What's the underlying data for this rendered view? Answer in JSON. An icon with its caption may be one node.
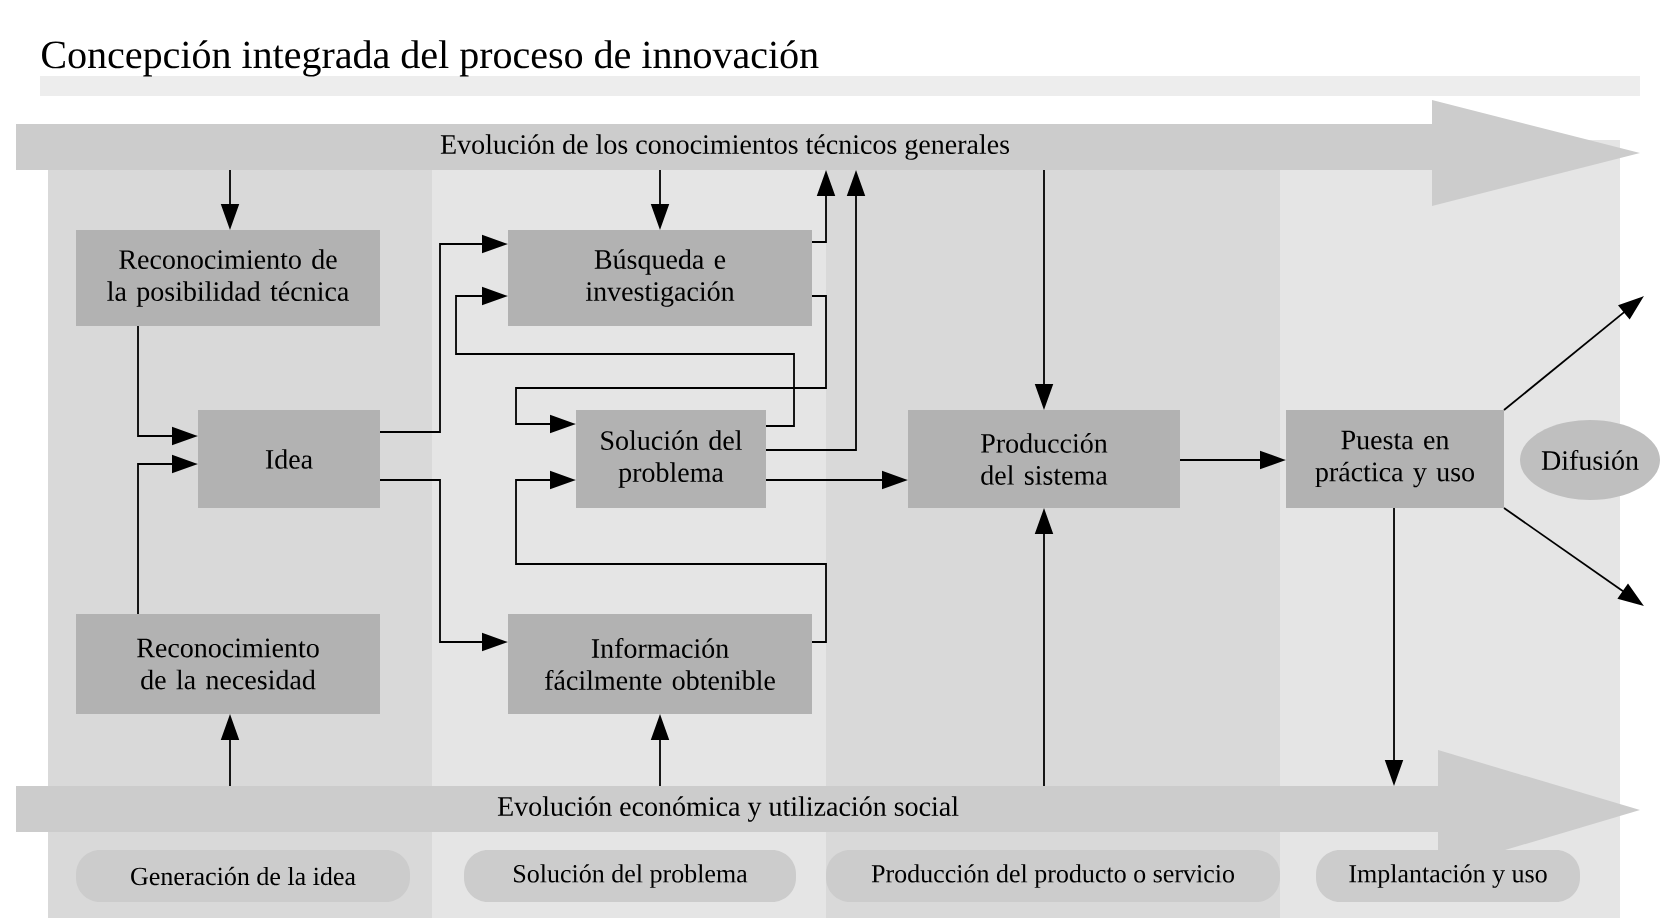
{
  "diagram": {
    "title": "Concepción integrada del proceso de innovación",
    "nodes": [
      {
        "text": [
          "Evolución de los conocimientos técnicos generales"
        ]
      },
      {
        "text": [
          "Evolución económica y utilización social"
        ]
      },
      {
        "text": [
          "Reconocimiento de la posibilidad técnica"
        ]
      },
      {
        "text": [
          "Idea"
        ]
      },
      {
        "text": [
          "Reconocimiento de la necesidad"
        ]
      },
      {
        "text": [
          "Búsqueda e investigación"
        ]
      },
      {
        "text": [
          "Solución del problema"
        ]
      },
      {
        "text": [
          "Información fácilmente obtenible"
        ]
      },
      {
        "text": [
          "Producción del sistema"
        ]
      },
      {
        "text": [
          "Puesta en práctica y uso"
        ]
      },
      {
        "text": [
          "Difusión"
        ]
      },
      {
        "text": [
          "Generación de la idea"
        ]
      },
      {
        "text": [
          "Solución del problema"
        ]
      },
      {
        "text": [
          "Producción del producto o servicio"
        ]
      },
      {
        "text": [
          "Implantación y uso"
        ]
      }
    ],
    "edges": [
      {
        "from": 0,
        "to": 2,
        "arrow": "to"
      },
      {
        "from": 0,
        "to": 5,
        "arrow": "to"
      },
      {
        "from": 5,
        "to": 0,
        "arrow": "to"
      },
      {
        "from": 6,
        "to": 0,
        "arrow": "to"
      },
      {
        "from": 0,
        "to": 8,
        "arrow": "to"
      },
      {
        "from": 2,
        "to": 3,
        "arrow": "to"
      },
      {
        "from": 4,
        "to": 3,
        "arrow": "to"
      },
      {
        "from": 3,
        "to": 5,
        "arrow": "to"
      },
      {
        "from": 3,
        "to": 7,
        "arrow": "to"
      },
      {
        "from": 5,
        "to": 6,
        "arrow": "to"
      },
      {
        "from": 6,
        "to": 5,
        "arrow": "to"
      },
      {
        "from": 7,
        "to": 6,
        "arrow": "to"
      },
      {
        "from": 6,
        "to": 8,
        "arrow": "to"
      },
      {
        "from": 8,
        "to": 9,
        "arrow": "to"
      },
      {
        "from": 1,
        "to": 4,
        "arrow": "to"
      },
      {
        "from": 1,
        "to": 7,
        "arrow": "to"
      },
      {
        "from": 1,
        "to": 8,
        "arrow": "to"
      },
      {
        "from": 9,
        "to": 1,
        "arrow": "to"
      },
      {
        "from": 9,
        "to": null,
        "arrow": "to"
      },
      {
        "from": 9,
        "to": null,
        "arrow": "to"
      }
    ]
  }
}
